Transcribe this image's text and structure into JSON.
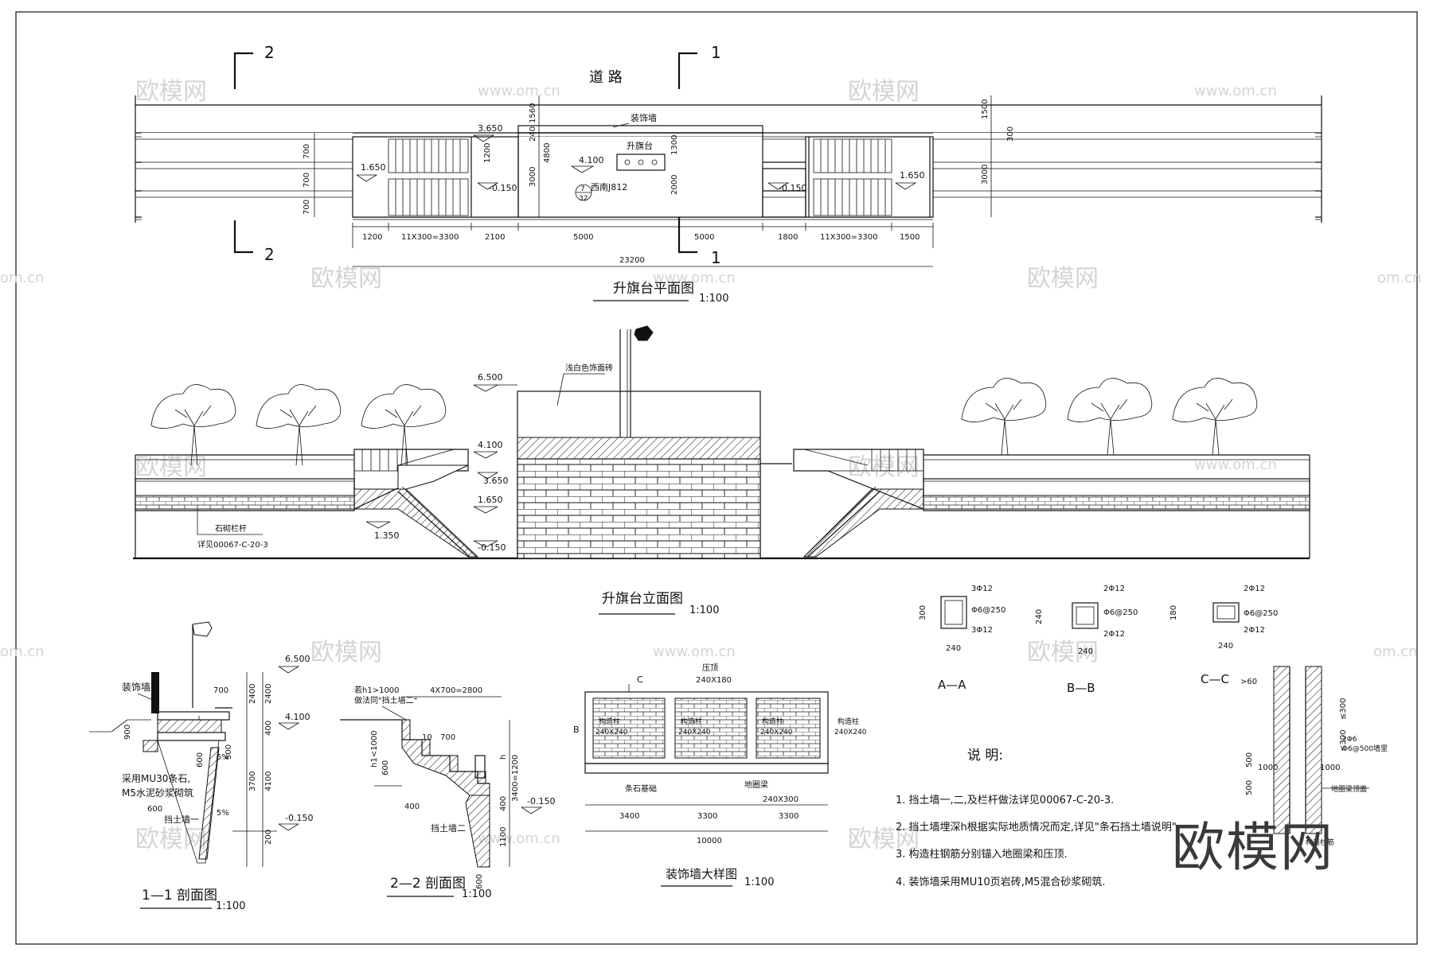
{
  "plan": {
    "road": "道 路",
    "title": "升旗台平面图",
    "scale": "1:100",
    "section1": "1",
    "section2": "2",
    "deco_wall": "装饰墙",
    "flag_platform": "升旗台",
    "west_ref": "西南J812",
    "circle_top": "7",
    "circle_bottom": "32",
    "elev_3650": "3.650",
    "elev_1650_left": "1.650",
    "elev_4100": "4.100",
    "elev_m0150_left": "-0.150",
    "elev_m0150_right": "-0.150",
    "elev_1650_right": "1.650",
    "v_dims_left": [
      "700",
      "700",
      "700"
    ],
    "v_dim_1560": "1560",
    "v_dim_240": "240",
    "v_dim_1200": "1200",
    "v_dim_4800": "4800",
    "v_dim_3000": "3000",
    "v_dim_1300": "1300",
    "v_dim_2000": "2000",
    "v_dim_1500": "1500",
    "v_dim_300": "300",
    "v_dim_3000r": "3000",
    "h_dims": [
      "1200",
      "11X300=3300",
      "2100",
      "5000",
      "5000",
      "1800",
      "11X300=3300",
      "1500"
    ],
    "total": "23200"
  },
  "elevation": {
    "title": "升旗台立面图",
    "scale": "1:100",
    "facing": "浅白色饰面砖",
    "rail": "石砌栏杆",
    "rail_ref": "详见00067-C-20-3",
    "e6500": "6.500",
    "e4100": "4.100",
    "e3650": "3.650",
    "e1650": "1.650",
    "e1350": "1.350",
    "em0150": "-0.150"
  },
  "sec11": {
    "title": "1—1 剖面图",
    "scale": "1:100",
    "deco_wall": "装饰墙",
    "material1": "采用MU30条石,",
    "material2": "M5水泥砂浆砌筑",
    "wall": "挡土墙一",
    "d700": "700",
    "d900": "900",
    "d600a": "600",
    "d600b": "600",
    "d500": "500",
    "slope": "5%",
    "dims": [
      "2400",
      "2400",
      "400",
      "3700",
      "4100",
      "200"
    ],
    "e6500": "6.500",
    "e4100": "4.100",
    "em0150": "-0.150"
  },
  "sec22": {
    "title": "2—2 剖面图",
    "scale": "1:100",
    "note1": "若h1>1000",
    "note2": "做法同\"挡土墙二\"",
    "top_dim": "4X700=2800",
    "h1": "h1<1000",
    "d10": "10",
    "d700": "700",
    "h": "h",
    "d3400": "3400=1200",
    "d600": "600",
    "d400": "400",
    "d1100": "1100",
    "d600b": "600",
    "wall": "挡土墙二",
    "em0150": "-0.150"
  },
  "wall_detail": {
    "title": "装饰墙大样图",
    "scale": "1:100",
    "cap": "压顶",
    "cap_size": "240X180",
    "col": "构造柱",
    "col_size": "240X240",
    "base": "条石基础",
    "ring": "地圈梁",
    "ring_size": "240X300",
    "markC": "C",
    "markB": "B",
    "dims": [
      "3400",
      "3300",
      "3300"
    ],
    "total": "10000"
  },
  "details": {
    "aa": "A—A",
    "bb": "B—B",
    "cc": "C—C",
    "aa_top": "3Φ12",
    "aa_mid": "Φ6@250",
    "aa_bot": "3Φ12",
    "aa_h": "300",
    "aa_w": "240",
    "bb_top": "2Φ12",
    "bb_mid": "Φ6@250",
    "bb_bot": "2Φ12",
    "bb_h": "240",
    "bb_w": "240",
    "cc_top": "2Φ12",
    "cc_mid": "Φ6@250",
    "cc_bot": "2Φ12",
    "cc_h": "180",
    "cc_w": "240"
  },
  "anchor": {
    "d60": ">60",
    "d500a": "500",
    "d500b": "500",
    "d1000a": "1000",
    "d1000b": "1000",
    "d300a": "≤300",
    "d300b": "≤300",
    "bar": "2Φ6",
    "stir": "Φ6@500墙里",
    "ground": "地圈梁顶面",
    "tail": "构造柱筋"
  },
  "notes": {
    "heading": "说 明:",
    "items": [
      "1. 挡土墙一,二,及栏杆做法详见00067-C-20-3.",
      "2. 挡土墙埋深h根据实际地质情况而定,详见\"条石挡土墙说明\".",
      "3. 构造柱钢筋分别锚入地圈梁和压顶.",
      "4. 装饰墙采用MU10页岩砖,M5混合砂浆砌筑."
    ]
  },
  "watermarks": {
    "cn": "欧模网",
    "url": "www.om.cn",
    "url2": "om.cn",
    "big": "欧模网"
  }
}
